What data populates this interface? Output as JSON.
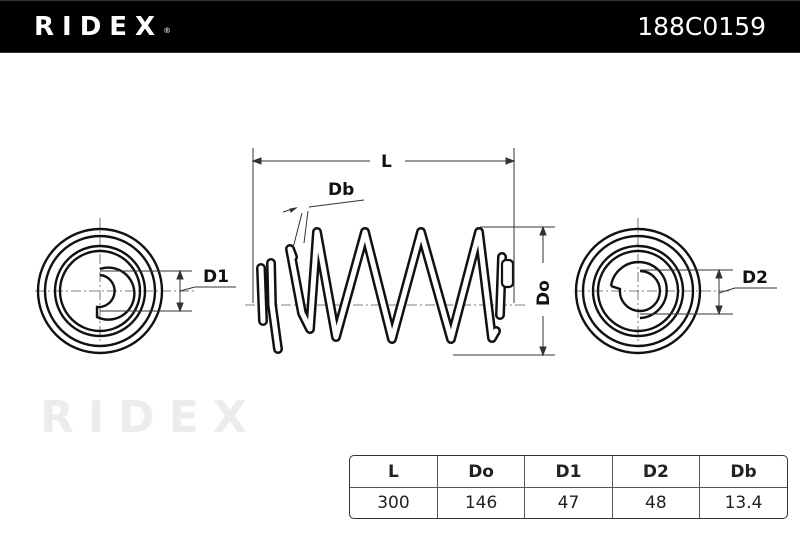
{
  "header": {
    "brand": "RIDEX",
    "registered_mark": "®",
    "part_number": "188C0159"
  },
  "diagram": {
    "watermark": "RIDEX",
    "labels": {
      "length": "L",
      "wire_diameter": "Db",
      "outer_diameter": "Do",
      "end_diameter_1": "D1",
      "end_diameter_2": "D2"
    }
  },
  "spec_table": {
    "columns": [
      "L",
      "Do",
      "D1",
      "D2",
      "Db"
    ],
    "values": [
      "300",
      "146",
      "47",
      "48",
      "13.4"
    ]
  }
}
